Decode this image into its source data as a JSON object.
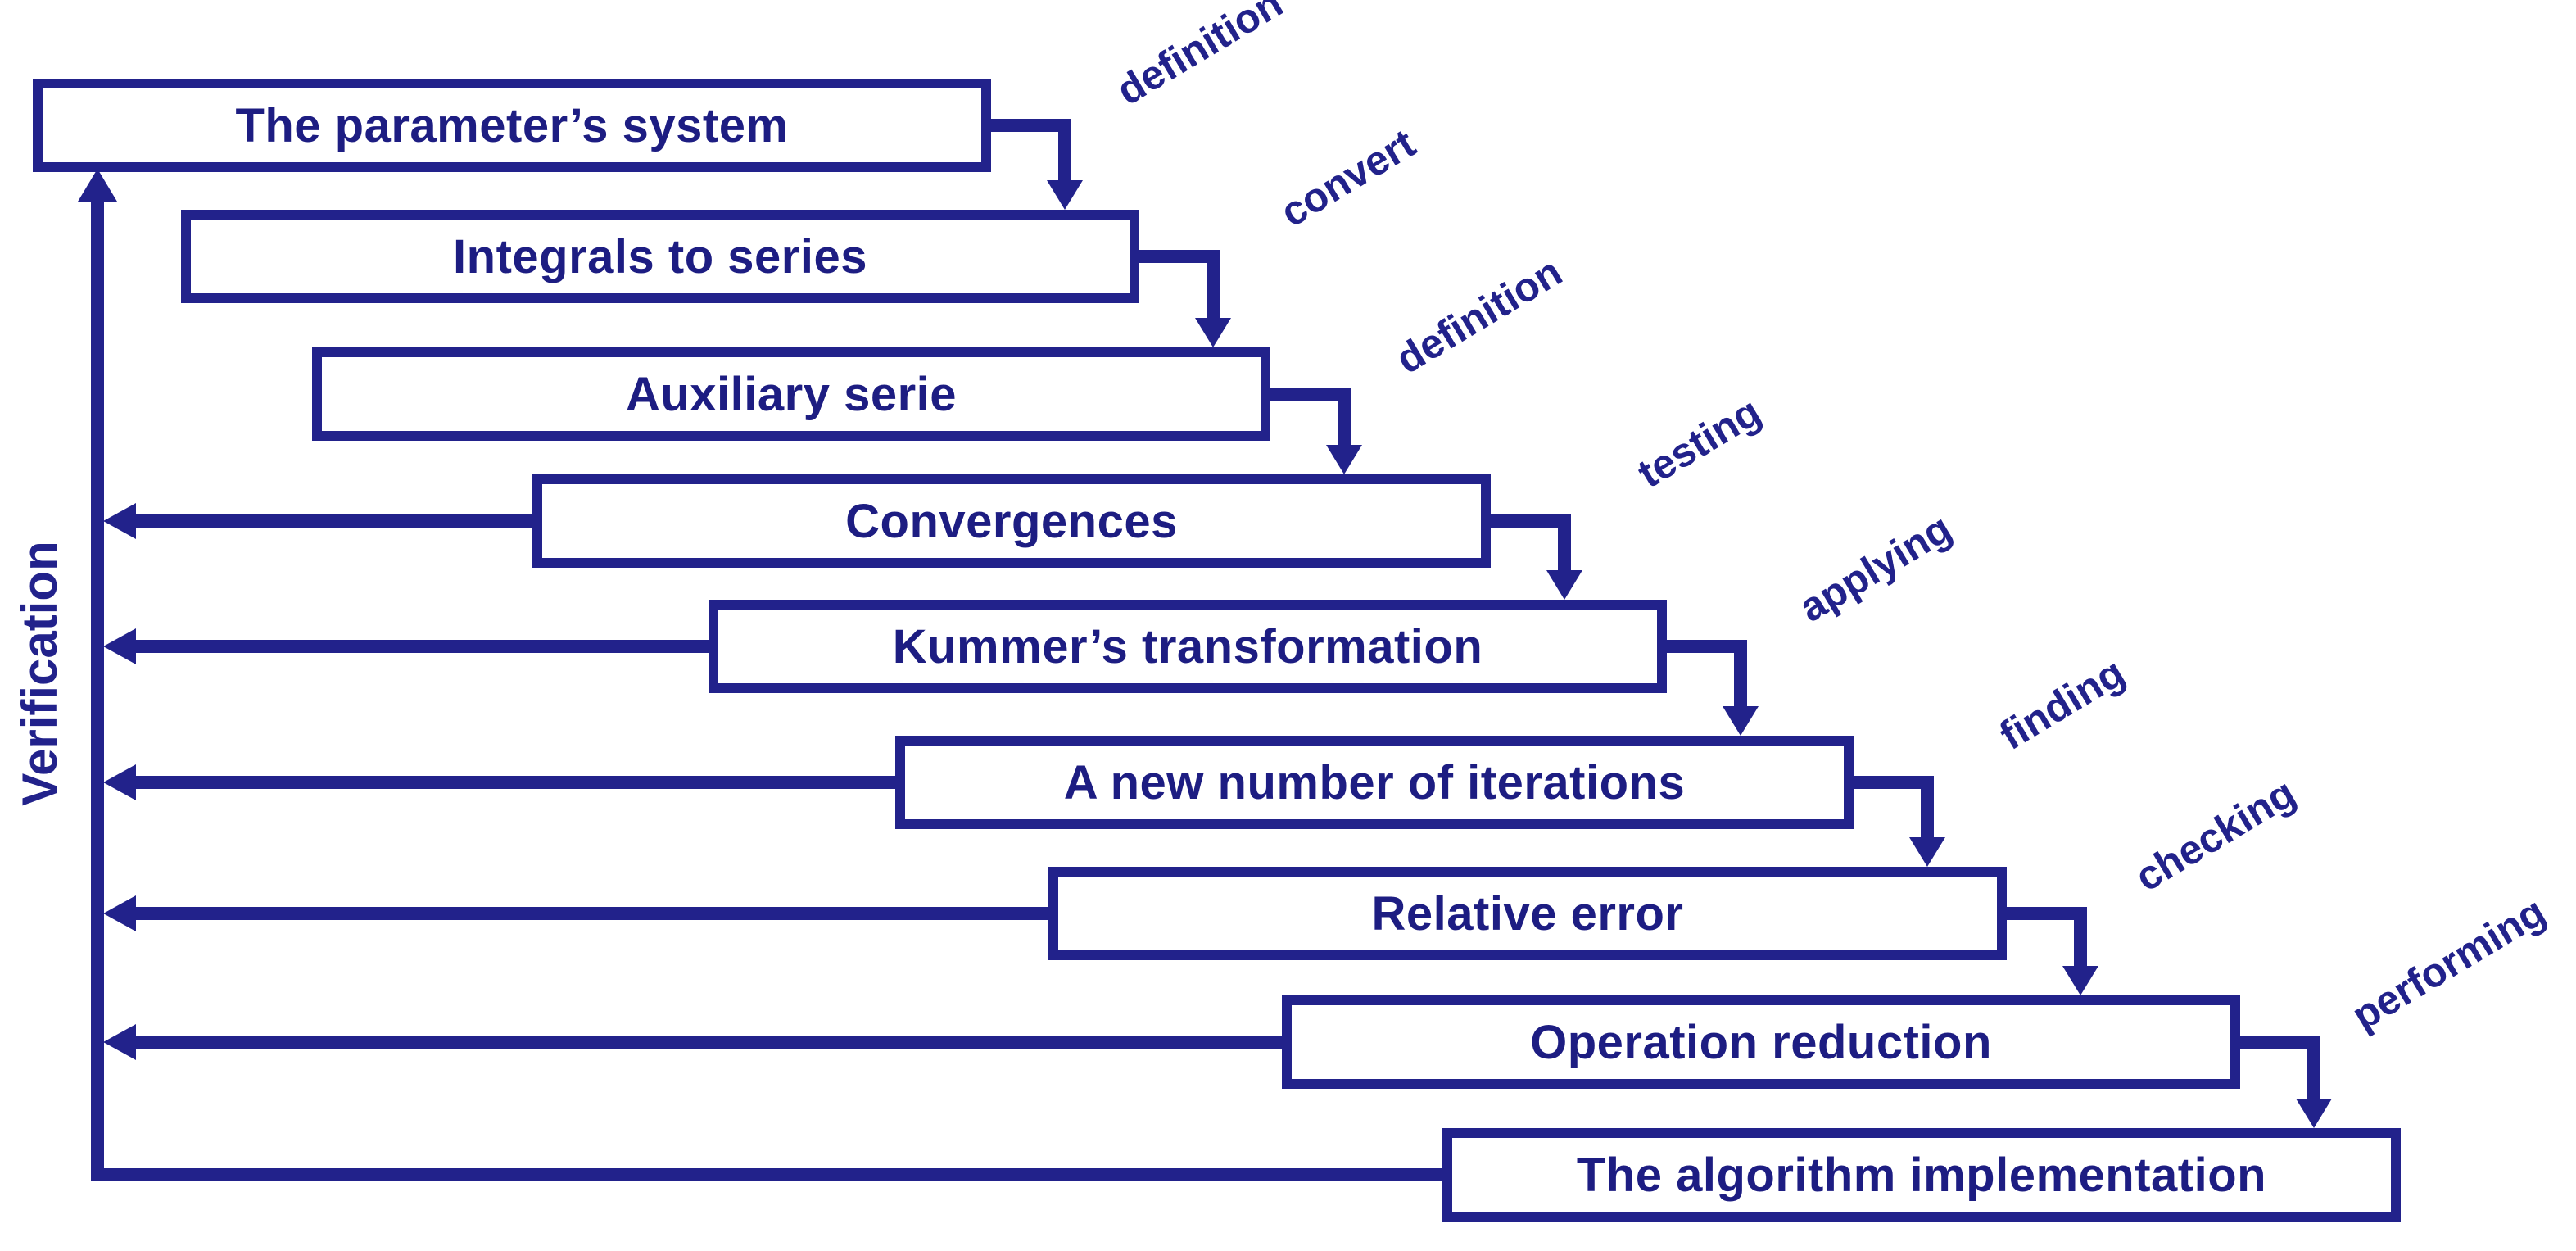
{
  "diagram": {
    "side_label": "Verification",
    "colors": {
      "ink": "#22228B",
      "background": "#FFFFFF"
    },
    "boxes": [
      {
        "label": "The parameter’s system"
      },
      {
        "label": "Integrals to series"
      },
      {
        "label": "Auxiliary serie"
      },
      {
        "label": "Convergences"
      },
      {
        "label": "Kummer’s transformation"
      },
      {
        "label": "A new number of iterations"
      },
      {
        "label": "Relative error"
      },
      {
        "label": "Operation reduction"
      },
      {
        "label": "The algorithm implementation"
      }
    ],
    "transitions": [
      {
        "label": "definition"
      },
      {
        "label": "convert"
      },
      {
        "label": "definition"
      },
      {
        "label": "testing"
      },
      {
        "label": "applying"
      },
      {
        "label": "finding"
      },
      {
        "label": "checking"
      },
      {
        "label": "performing"
      }
    ]
  }
}
